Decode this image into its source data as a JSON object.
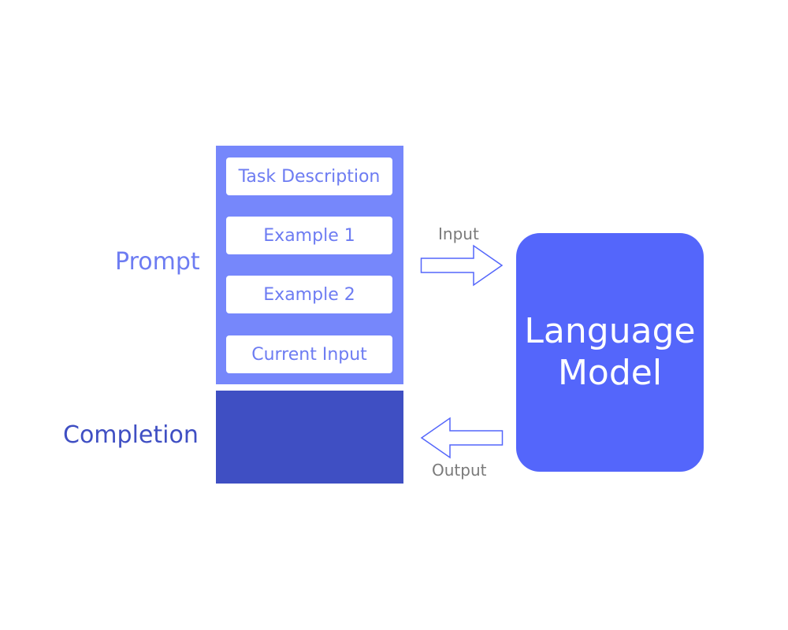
{
  "labels": {
    "prompt": "Prompt",
    "completion": "Completion"
  },
  "prompt_slots": [
    "Task Description",
    "Example 1",
    "Example 2",
    "Current Input"
  ],
  "model": {
    "line1": "Language",
    "line2": "Model"
  },
  "arrows": {
    "input": "Input",
    "output": "Output"
  },
  "colors": {
    "prompt_box": "#7687fb",
    "completion_box": "#3f4fc3",
    "model_box": "#5466fb",
    "prompt_text": "#6d7cf2",
    "arrow_stroke": "#5466fb"
  }
}
